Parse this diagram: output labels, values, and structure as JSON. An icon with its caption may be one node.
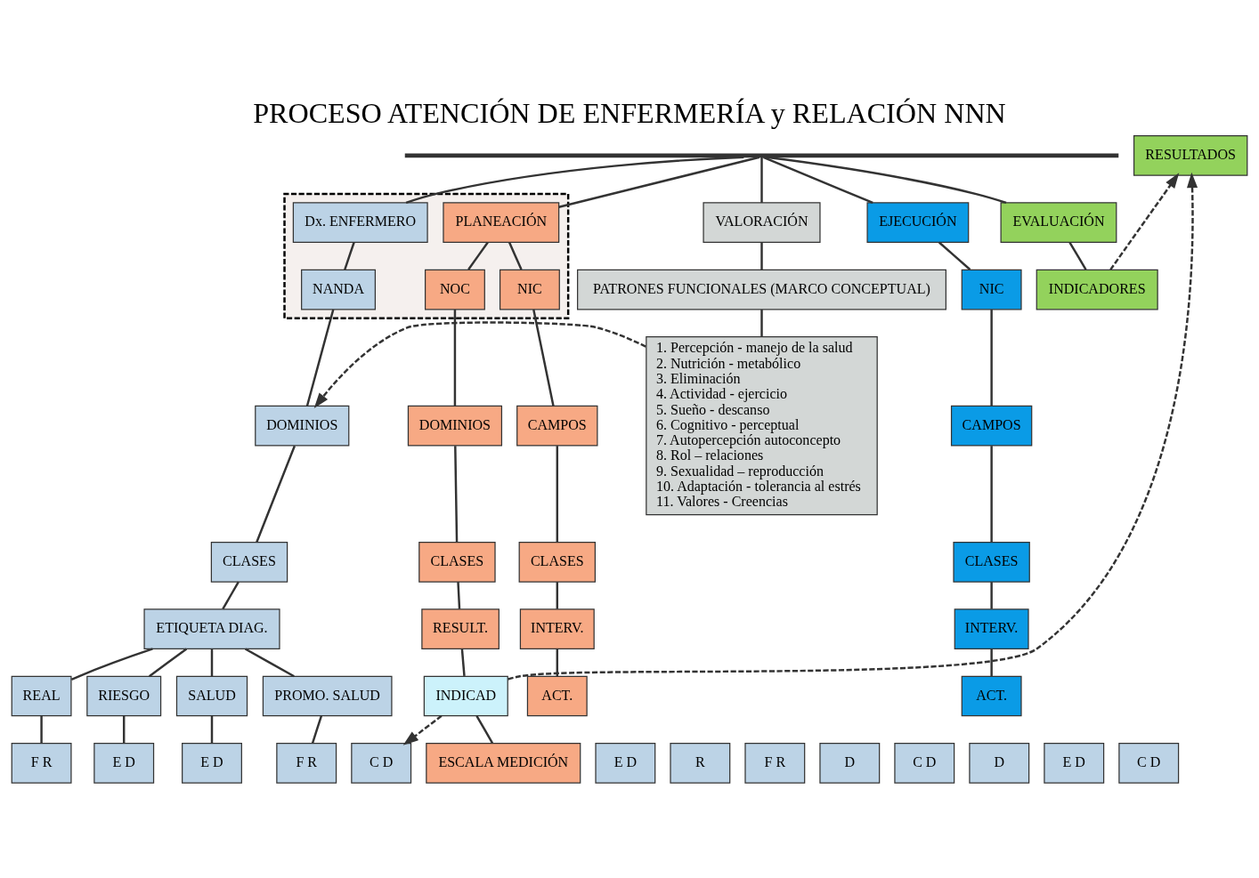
{
  "diagram": {
    "title": "PROCESO ATENCIÓN DE ENFERMERÍA y RELACIÓN NNN",
    "nodes": [
      {
        "text": [],
        "shape": "bar"
      },
      {
        "text": [
          "VALORACIÓN"
        ]
      },
      {
        "text": [
          "PATRONES FUNCIONALES (MARCO CONCEPTUAL)"
        ]
      },
      {
        "text": [
          "1. Percepción - manejo de la salud",
          "2. Nutrición - metabólico",
          "3. Eliminación",
          "4. Actividad - ejercicio",
          "5. Sueño - descanso",
          "6. Cognitivo - perceptual",
          "7. Autopercepción autoconcepto",
          "8. Rol – relaciones",
          "9. Sexualidad – reproducción",
          "10. Adaptación - tolerancia al estrés",
          "11. Valores - Creencias"
        ]
      },
      {
        "text": [],
        "shape": "box"
      },
      {
        "text": [
          "Dx. ENFERMERO"
        ],
        "in": 4
      },
      {
        "text": [
          "NANDA"
        ],
        "in": 4
      },
      {
        "text": [
          "PLANEACIÓN"
        ],
        "in": 4
      },
      {
        "text": [
          "NOC"
        ],
        "in": 4
      },
      {
        "text": [
          "NIC"
        ],
        "in": 4
      },
      {
        "text": [
          "EJECUCIÓN"
        ]
      },
      {
        "text": [
          "EVALUACIÓN"
        ]
      },
      {
        "text": [
          "DOMINIOS"
        ]
      },
      {
        "text": [
          "CLASES"
        ]
      },
      {
        "text": [
          "ETIQUETA DIAG."
        ]
      },
      {
        "text": [
          "REAL"
        ]
      },
      {
        "text": [
          "RIESGO"
        ]
      },
      {
        "text": [
          "SALUD"
        ]
      },
      {
        "text": [
          "PROMO. SALUD"
        ]
      },
      {
        "text": [
          "E D"
        ]
      },
      {
        "text": [
          "F R"
        ]
      },
      {
        "text": [
          "C D"
        ]
      },
      {
        "text": [
          "R"
        ]
      },
      {
        "text": [
          "E D"
        ]
      },
      {
        "text": [
          "F R"
        ]
      },
      {
        "text": [
          "D"
        ]
      },
      {
        "text": [
          "E D"
        ]
      },
      {
        "text": [
          "C D"
        ]
      },
      {
        "text": [
          "D"
        ]
      },
      {
        "text": [
          "E D"
        ]
      },
      {
        "text": [
          "F R"
        ]
      },
      {
        "text": [
          "C D"
        ]
      },
      {
        "text": [
          "DOMINIOS"
        ]
      },
      {
        "text": [
          "CLASES"
        ]
      },
      {
        "text": [
          "RESULT."
        ]
      },
      {
        "text": [
          "INDICAD"
        ]
      },
      {
        "text": [
          "ESCALA MEDICIÓN"
        ]
      },
      {
        "text": [
          "CAMPOS"
        ]
      },
      {
        "text": [
          "CLASES"
        ]
      },
      {
        "text": [
          "INTERV."
        ]
      },
      {
        "text": [
          "ACT."
        ]
      },
      {
        "text": [
          "NIC"
        ]
      },
      {
        "text": [
          "CAMPOS"
        ]
      },
      {
        "text": [
          "CLASES"
        ]
      },
      {
        "text": [
          "INTERV."
        ]
      },
      {
        "text": [
          "ACT."
        ]
      },
      {
        "text": [
          "INDICADORES"
        ]
      },
      {
        "text": [
          "RESULTADOS"
        ]
      }
    ],
    "edges": [
      {
        "from": 0,
        "to": 1,
        "arrow": "none"
      },
      {
        "from": 0,
        "to": 5,
        "arrow": "none"
      },
      {
        "from": 0,
        "to": 7,
        "arrow": "none"
      },
      {
        "from": 0,
        "to": 10,
        "arrow": "none"
      },
      {
        "from": 0,
        "to": 11,
        "arrow": "none"
      },
      {
        "from": 1,
        "to": 2,
        "arrow": "none"
      },
      {
        "from": 2,
        "to": 3,
        "arrow": "none"
      },
      {
        "from": 5,
        "to": 6,
        "arrow": "none"
      },
      {
        "from": 6,
        "to": 12,
        "arrow": "none"
      },
      {
        "from": 12,
        "to": 13,
        "arrow": "none"
      },
      {
        "from": 13,
        "to": 14,
        "arrow": "none"
      },
      {
        "from": 14,
        "to": 15,
        "arrow": "none"
      },
      {
        "from": 14,
        "to": 16,
        "arrow": "none"
      },
      {
        "from": 14,
        "to": 17,
        "arrow": "none"
      },
      {
        "from": 14,
        "to": 18,
        "arrow": "none"
      },
      {
        "from": 15,
        "to": 20,
        "arrow": "none"
      },
      {
        "from": 16,
        "to": 23,
        "arrow": "none"
      },
      {
        "from": 17,
        "to": 26,
        "arrow": "none"
      },
      {
        "from": 18,
        "to": 30,
        "arrow": "none"
      },
      {
        "from": 7,
        "to": 8,
        "arrow": "none"
      },
      {
        "from": 7,
        "to": 9,
        "arrow": "none"
      },
      {
        "from": 8,
        "to": 32,
        "arrow": "none"
      },
      {
        "from": 32,
        "to": 33,
        "arrow": "none"
      },
      {
        "from": 33,
        "to": 34,
        "arrow": "none"
      },
      {
        "from": 34,
        "to": 35,
        "arrow": "none"
      },
      {
        "from": 35,
        "to": 36,
        "arrow": "none"
      },
      {
        "from": 9,
        "to": 37,
        "arrow": "none"
      },
      {
        "from": 37,
        "to": 38,
        "arrow": "none"
      },
      {
        "from": 38,
        "to": 39,
        "arrow": "none"
      },
      {
        "from": 39,
        "to": 40,
        "arrow": "none"
      },
      {
        "from": 10,
        "to": 41,
        "arrow": "none"
      },
      {
        "from": 41,
        "to": 42,
        "arrow": "none"
      },
      {
        "from": 42,
        "to": 43,
        "arrow": "none"
      },
      {
        "from": 43,
        "to": 44,
        "arrow": "none"
      },
      {
        "from": 44,
        "to": 45,
        "arrow": "none"
      },
      {
        "from": 11,
        "to": 46,
        "arrow": "none"
      },
      {
        "from": 46,
        "to": 47,
        "arrow": "to",
        "style": "dashed"
      },
      {
        "from": 3,
        "to": 12,
        "arrow": "to",
        "style": "dashed"
      },
      {
        "from": 35,
        "to": 47,
        "arrow": "to",
        "style": "dashed"
      },
      {
        "from": 35,
        "to": 21,
        "arrow": "to",
        "style": "dashed"
      }
    ]
  }
}
